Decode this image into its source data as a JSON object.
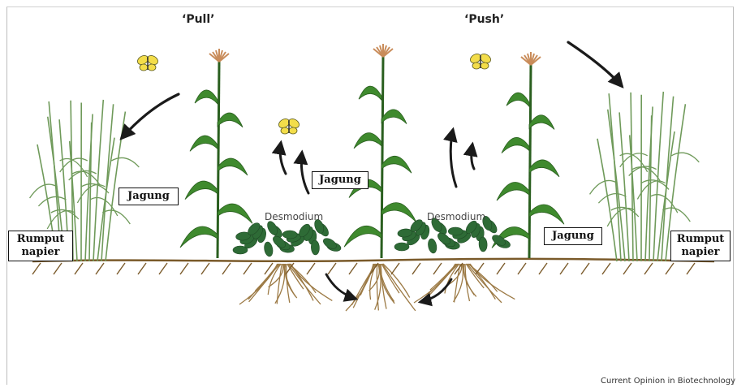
{
  "headings": {
    "pull": "‘Pull’",
    "push": "‘Push’"
  },
  "labels": {
    "rumput_left_line1": "Rumput",
    "rumput_left_line2": "napier",
    "jagung_left": "Jagung",
    "jagung_center": "Jagung",
    "jagung_right": "Jagung",
    "rumput_right_line1": "Rumput",
    "rumput_right_line2": "napier"
  },
  "desmodium": {
    "left": "Desmodium",
    "right": "Desmodium"
  },
  "credit": "Current Opinion in Biotechnology",
  "colors": {
    "leaf": "#3f8a2e",
    "leaf_dark": "#2a5f1f",
    "grass": "#6f9a5a",
    "desmodium": "#2e6b36",
    "soil": "#7a5a2a",
    "root": "#9c7a45",
    "moth": "#f3dd4a",
    "tassel": "#c98c5a",
    "arrow": "#1a1a1a"
  }
}
